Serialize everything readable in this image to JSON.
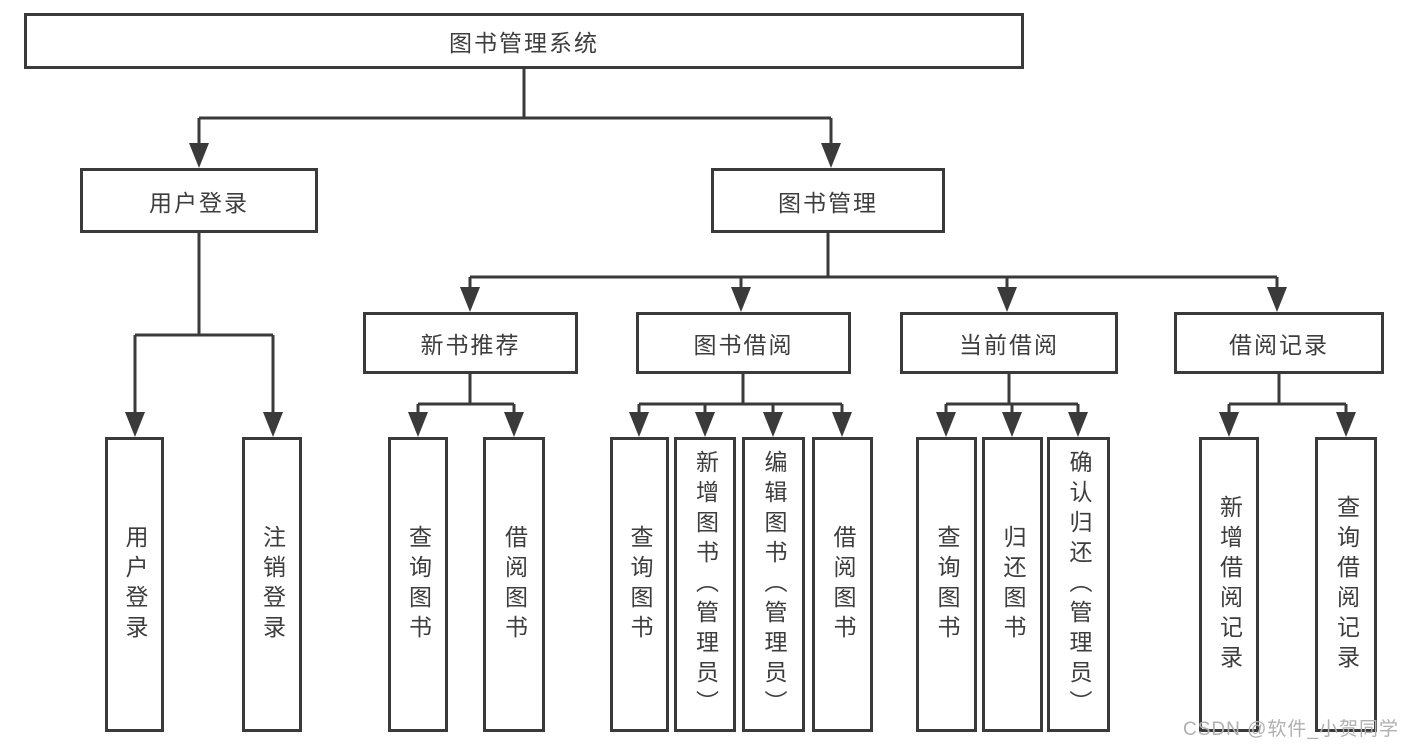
{
  "colors": {
    "line": "#3a3a3a",
    "border": "#3a3a3a",
    "text": "#3d3d3d",
    "watermark": "#b0b0b0",
    "background": "#ffffff"
  },
  "watermark": {
    "text": "CSDN @软件_小贺同学"
  },
  "diagram": {
    "root": {
      "label": "图书管理系统"
    },
    "level2": {
      "userLogin": {
        "label": "用户登录"
      },
      "bookMgmt": {
        "label": "图书管理"
      }
    },
    "level3": {
      "newBookRec": {
        "label": "新书推荐"
      },
      "bookBorrow": {
        "label": "图书借阅"
      },
      "currentBorrow": {
        "label": "当前借阅"
      },
      "borrowRecords": {
        "label": "借阅记录"
      }
    },
    "leaves": {
      "userLoginLeaf": {
        "label": "用户登录"
      },
      "logoutLeaf": {
        "label": "注销登录"
      },
      "queryBooksRec": {
        "label": "查询图书"
      },
      "borrowBooksRec": {
        "label": "借阅图书"
      },
      "queryBooksBorrow": {
        "label": "查询图书"
      },
      "addBookAdmin": {
        "label": "新增图书（管理员）"
      },
      "editBookAdmin": {
        "label": "编辑图书（管理员）"
      },
      "borrowBooksBorrow": {
        "label": "借阅图书"
      },
      "queryBooksCurrent": {
        "label": "查询图书"
      },
      "returnBooks": {
        "label": "归还图书"
      },
      "confirmReturnAdmin": {
        "label": "确认归还（管理员）"
      },
      "addBorrowRecord": {
        "label": "新增借阅记录"
      },
      "queryBorrowRecord": {
        "label": "查询借阅记录"
      }
    }
  }
}
